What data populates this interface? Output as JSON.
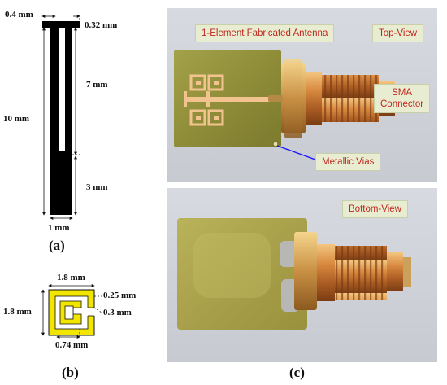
{
  "panel_a": {
    "dim_top_width": "0.4 mm",
    "dim_gap": "0.32 mm",
    "dim_slot_length": "7 mm",
    "dim_total_length": "10 mm",
    "dim_bottom_length": "3 mm",
    "dim_width": "1 mm",
    "caption": "(a)"
  },
  "panel_b": {
    "dim_outer_width": "1.8 mm",
    "dim_outer_height": "1.8 mm",
    "dim_trace": "0.25 mm",
    "dim_gap": "0.3 mm",
    "dim_inner": "0.74 mm",
    "caption": "(b)"
  },
  "panel_c": {
    "label_title": "1-Element Fabricated Antenna",
    "label_top_view": "Top-View",
    "label_sma": "SMA\nConnector",
    "label_vias": "Metallic Vias",
    "label_bottom_view": "Bottom-View",
    "caption": "(c)"
  },
  "colors": {
    "antenna_metal": "#000000",
    "resonator_metal": "#f2e600",
    "callout_text": "#c0271e",
    "via_line": "#1a1aff"
  }
}
